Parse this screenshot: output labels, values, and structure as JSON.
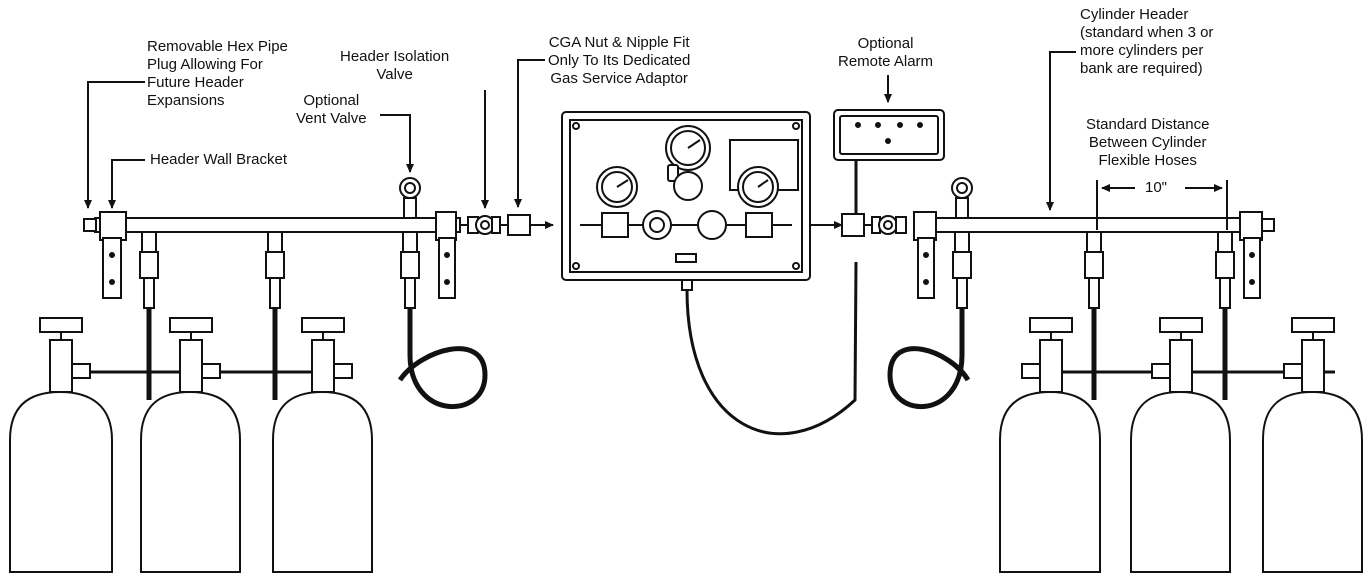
{
  "labels": {
    "hex_plug": [
      "Removable Hex Pipe",
      "Plug Allowing For",
      "Future Header",
      "Expansions"
    ],
    "isolation_valve": [
      "Header Isolation",
      "Valve"
    ],
    "vent_valve": [
      "Optional",
      "Vent Valve"
    ],
    "wall_bracket": [
      "Header Wall Bracket"
    ],
    "cga_nut": [
      "CGA Nut & Nipple Fit",
      "Only To Its Dedicated",
      "Gas Service Adaptor"
    ],
    "remote_alarm": [
      "Optional",
      "Remote Alarm"
    ],
    "cylinder_header": [
      "Cylinder Header",
      "(standard when 3 or",
      "more cylinders per",
      "bank are required)"
    ],
    "standard_distance": [
      "Standard Distance",
      "Between Cylinder",
      "Flexible Hoses"
    ],
    "dimension": "10\""
  }
}
